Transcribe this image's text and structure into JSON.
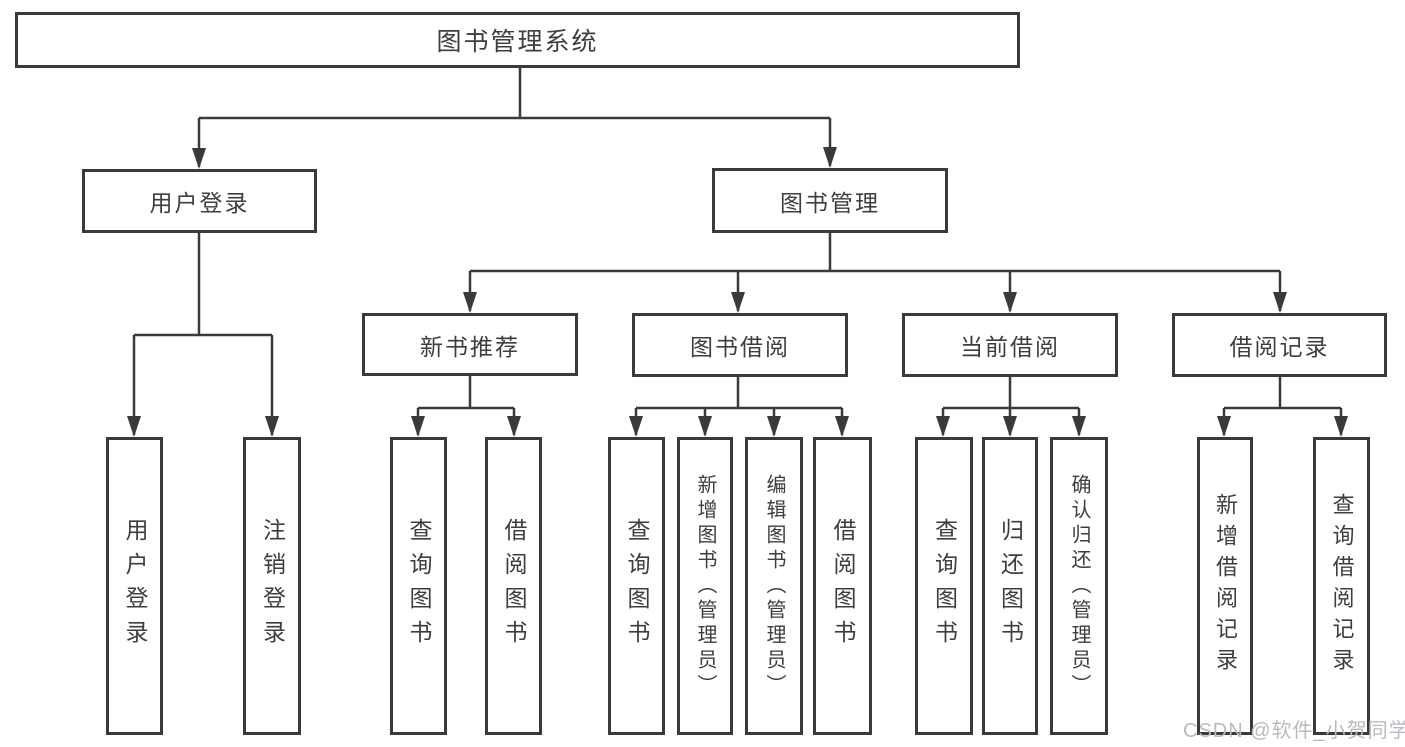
{
  "diagram": {
    "root": {
      "label": "图书管理系统",
      "children": [
        {
          "label": "用户登录",
          "children": [
            {
              "label": "用户登录"
            },
            {
              "label": "注销登录"
            }
          ]
        },
        {
          "label": "图书管理",
          "children": [
            {
              "label": "新书推荐",
              "children": [
                {
                  "label": "查询图书"
                },
                {
                  "label": "借阅图书"
                }
              ]
            },
            {
              "label": "图书借阅",
              "children": [
                {
                  "label": "查询图书"
                },
                {
                  "label": "新增图书（管理员）"
                },
                {
                  "label": "编辑图书（管理员）"
                },
                {
                  "label": "借阅图书"
                }
              ]
            },
            {
              "label": "当前借阅",
              "children": [
                {
                  "label": "查询图书"
                },
                {
                  "label": "归还图书"
                },
                {
                  "label": "确认归还（管理员）"
                }
              ]
            },
            {
              "label": "借阅记录",
              "children": [
                {
                  "label": "新增借阅记录"
                },
                {
                  "label": "查询借阅记录"
                }
              ]
            }
          ]
        }
      ]
    }
  },
  "watermark": {
    "text": "CSDN @软件_小贺同学"
  },
  "colors": {
    "line": "#3a3a3a",
    "box_border": "#3a3a3a",
    "text": "#3e3e3e",
    "watermark": "#b7bbbf",
    "background": "#ffffff"
  }
}
